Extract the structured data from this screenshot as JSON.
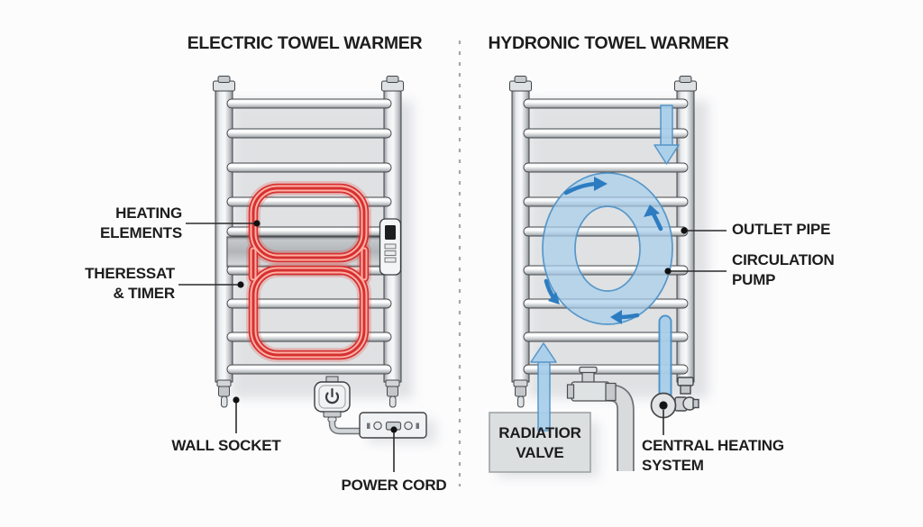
{
  "titles": {
    "left": "ELECTRIC TOWEL WARMER",
    "right": "HYDRONIC TOWEL WARMER"
  },
  "labels": {
    "heating_elements": "HEATING\nELEMENTS",
    "thermostat_timer": "THERESSAT\n& TIMER",
    "wall_socket": "WALL SOCKET",
    "power_cord": "POWER CORD",
    "outlet_pipe": "OUTLET PIPE",
    "circulation_pump": "CIRCULATION\nPUMP",
    "radiator_valve": "RADIATIOR\nVALVE",
    "central_heating_system": "CENTRAL HEATING\nSYSTEM"
  },
  "colors": {
    "heating_element_red": "#d63031",
    "water_blue_fill": "#a9cfeb",
    "water_blue_stroke": "#4a90c7",
    "flow_arrow_blue": "#2d7cc1",
    "metal_gray": "#d7dadc",
    "label_text": "#1d1d1d"
  }
}
